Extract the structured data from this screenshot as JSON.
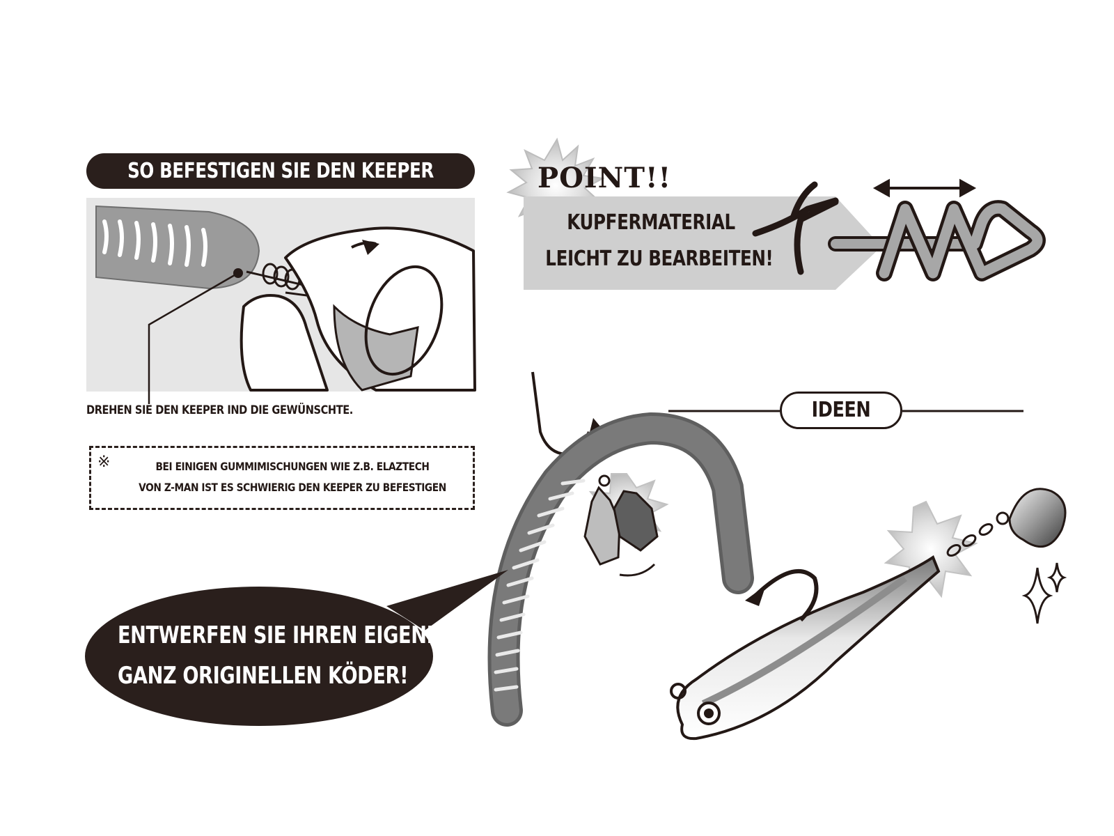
{
  "keeper": {
    "title": "SO BEFESTIGEN SIE DEN KEEPER",
    "caption": "DREHEN SIE DEN KEEPER IND DIE GEWÜNSCHTE.",
    "note_symbol": "※",
    "note_line1": "BEI EINIGEN GUMMIMISCHUNGEN WIE Z.B. ELAZTECH",
    "note_line2": "VON Z-MAN IST ES SCHWIERIG DEN KEEPER ZU BEFESTIGEN"
  },
  "point": {
    "heading": "POINT!!",
    "line1": "KUPFERMATERIAL",
    "line2": "LEICHT ZU BEARBEITEN!"
  },
  "ideas": {
    "label": "IDEEN",
    "bubble_line1": "ENTWERFEN SIE IHREN EIGENEN",
    "bubble_line2": "GANZ ORIGINELLEN KÖDER!"
  },
  "colors": {
    "ink": "#231815",
    "panel_gray": "#cfcfcf",
    "photo_bg": "#e6e6e6",
    "lure_gray": "#6b6b6b"
  }
}
